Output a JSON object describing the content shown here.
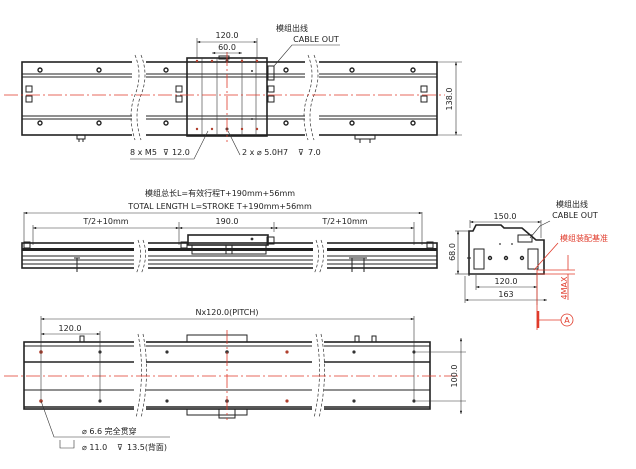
{
  "top_view": {
    "dim_carriage_width": "120.0",
    "dim_hole_pitch": "60.0",
    "cable_out_cn": "模组出线",
    "cable_out_en": "CABLE OUT",
    "dim_height": "138.0",
    "callout_threads": "8 x M5",
    "callout_threads_depth": "12.0",
    "callout_pins": "2 x ⌀ 5.0H7",
    "callout_pins_depth": "7.0"
  },
  "side_view": {
    "total_length_cn": "模组总长L=有效行程T+190mm+56mm",
    "total_length_en": "TOTAL LENGTH L=STROKE T+190mm+56mm",
    "dim_left": "T/2+10mm",
    "dim_carriage": "190.0",
    "dim_right": "T/2+10mm"
  },
  "end_view": {
    "dim_top": "150.0",
    "cable_out_cn": "模组出线",
    "cable_out_en": "CABLE OUT",
    "reference_cn": "模组装配基准",
    "dim_height": "68.0",
    "dim_base": "120.0",
    "dim_overall": "163",
    "dim_max": "4MAX",
    "datum": "A"
  },
  "bottom_view": {
    "dim_pitch": "Nx120.0(PITCH)",
    "dim_first": "120.0",
    "dim_height": "100.0",
    "callout_hole": "⌀ 6.6 完全贯穿",
    "callout_cbore": "⌀ 11.0",
    "callout_cbore_depth": "13.5(背面)"
  },
  "colors": {
    "line": "#222222",
    "centerline": "#e03a2a"
  }
}
